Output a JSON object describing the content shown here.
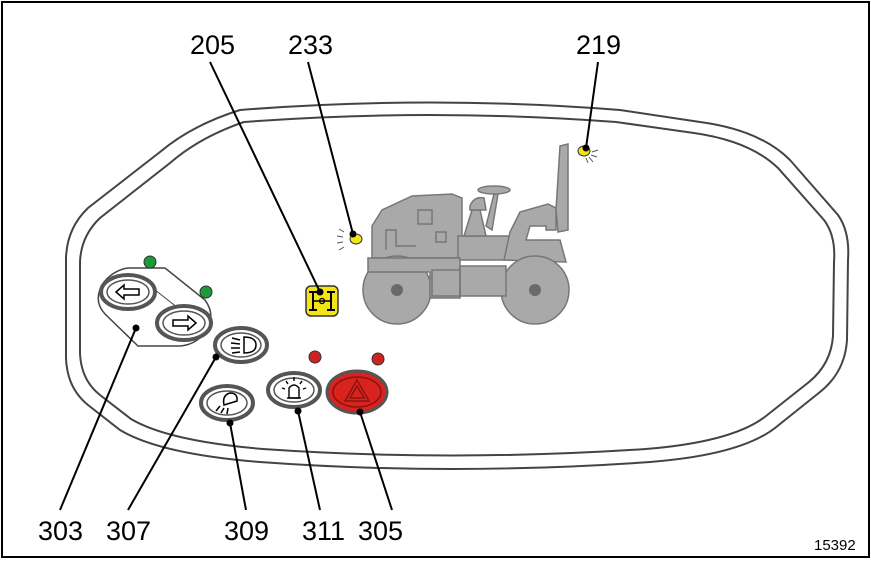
{
  "callouts": {
    "c205": "205",
    "c233": "233",
    "c219": "219",
    "c303": "303",
    "c307": "307",
    "c309": "309",
    "c311": "311",
    "c305": "305"
  },
  "document_id": "15392",
  "icons": {
    "turn_left": "arrow-left-icon",
    "turn_right": "arrow-right-icon",
    "headlight": "headlight-icon",
    "work_light": "work-light-icon",
    "beacon": "rotating-beacon-icon",
    "hazard": "hazard-warning-icon",
    "drum_drive": "drum-drive-icon",
    "machine": "roller-compactor-icon"
  },
  "colors": {
    "indicator_green": "#1a9a3a",
    "indicator_red": "#cc2222",
    "indicator_yellow": "#f2e418",
    "hazard_red": "#d8231f",
    "machine_gray": "#a9a9a9"
  }
}
